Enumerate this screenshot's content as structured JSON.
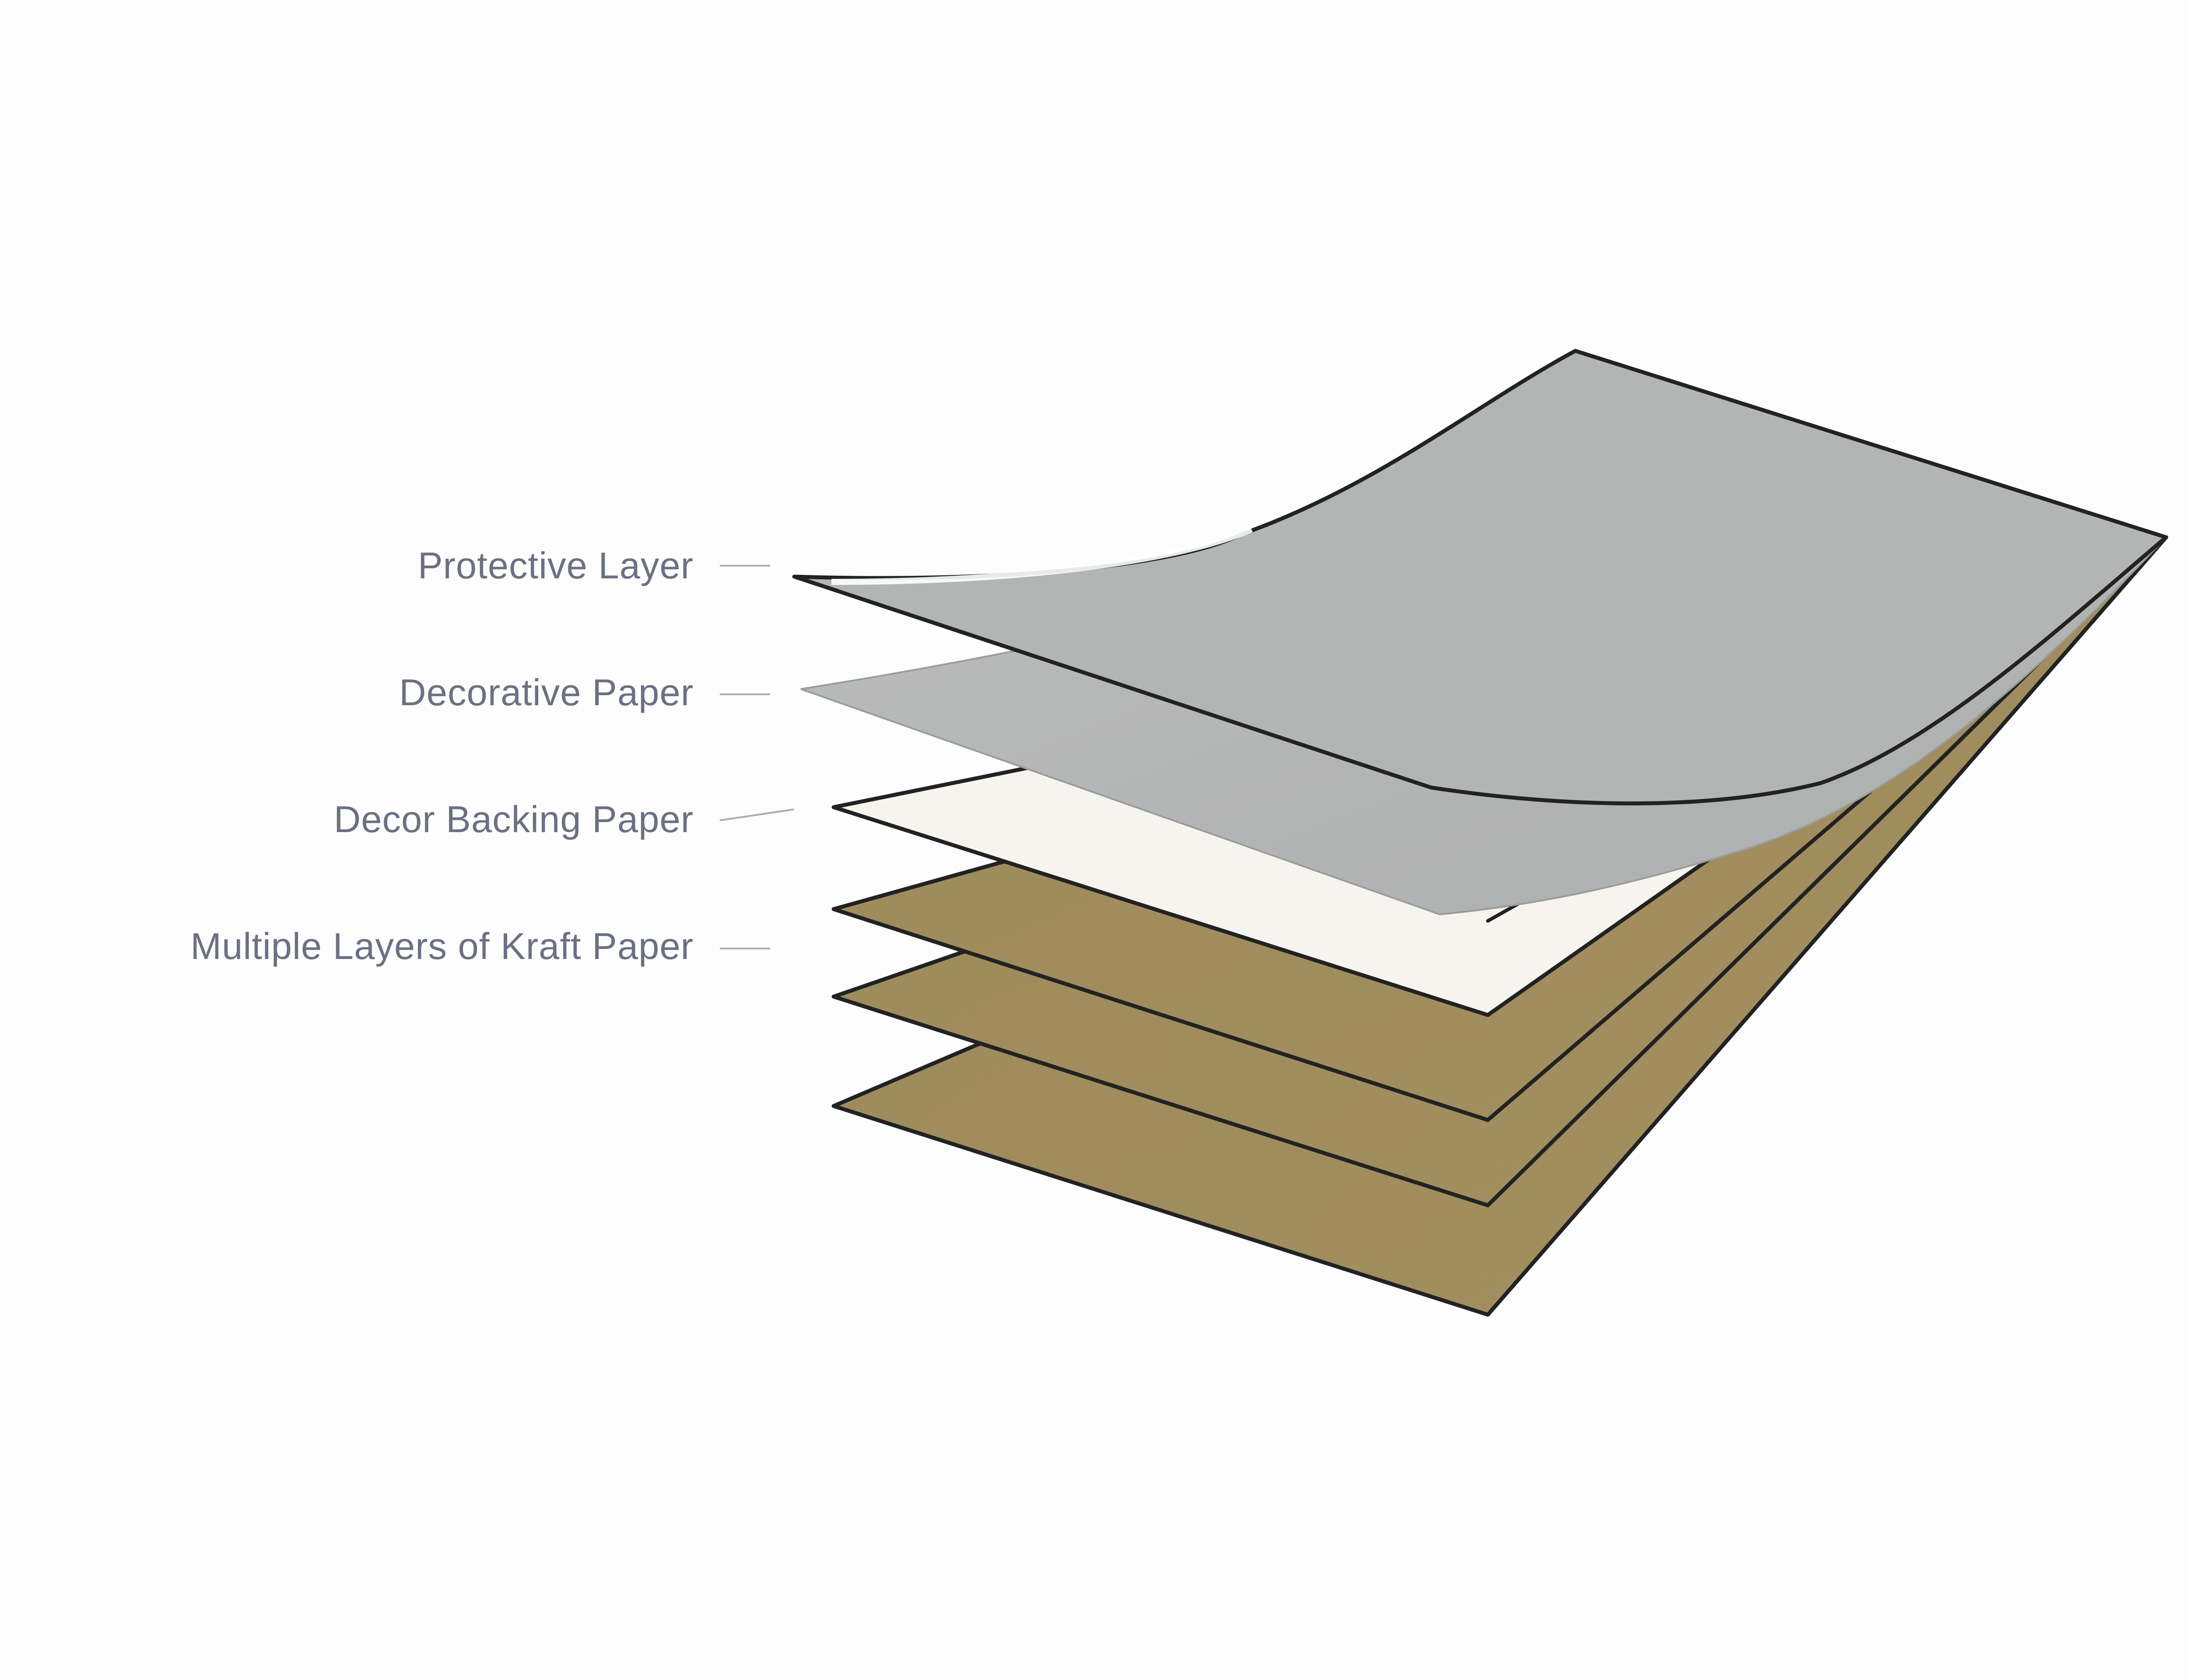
{
  "diagram": {
    "labels": {
      "protective": "Protective Layer",
      "decorative": "Decorative Paper",
      "backing": "Decor Backing Paper",
      "kraft": "Multiple Layers of Kraft Paper"
    },
    "colors": {
      "background": "#fdfdfd",
      "protective_layer": "#b3b4b4",
      "decorative_paper": "#b5b6b6",
      "backing_paper": "#f6f4ef",
      "kraft_paper": "#a08c5c",
      "outline": "#222222",
      "label_text": "#6b7082"
    }
  }
}
